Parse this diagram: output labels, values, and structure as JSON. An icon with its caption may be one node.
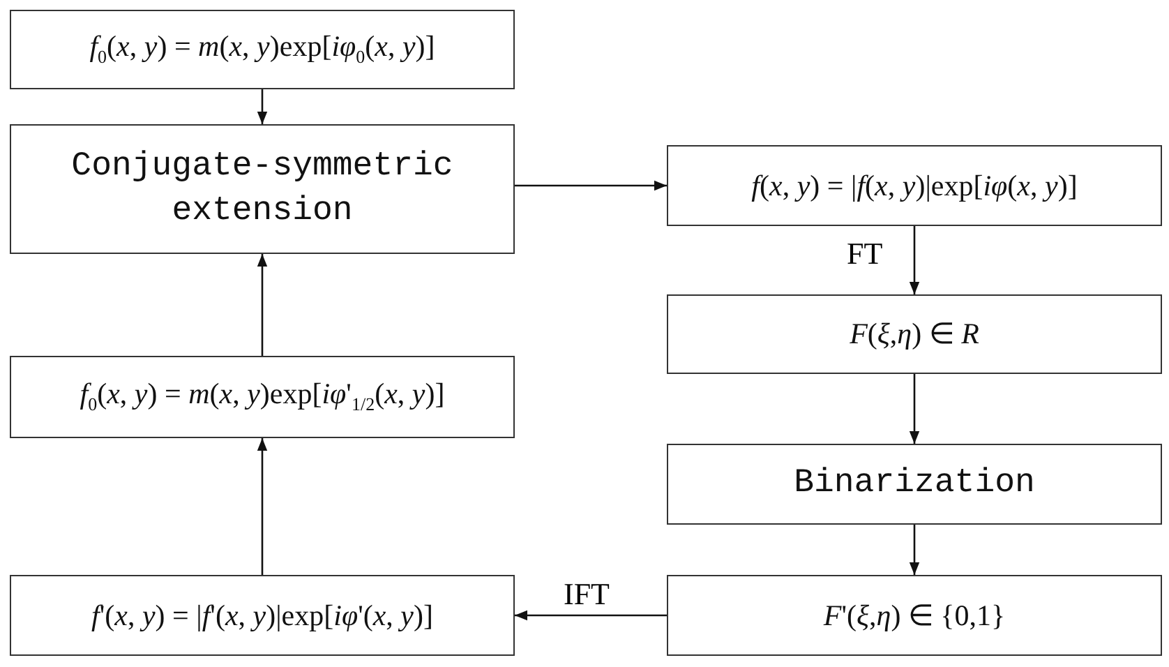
{
  "diagram": {
    "nodes": [
      {
        "text": [
          "*f*$_{0}$(*x*, *y*) = *m*(*x*, *y*)exp[*iφ*$_{0}$(*x*, *y*)]"
        ]
      },
      {
        "text": [
          "Conjugate-symmetric extension"
        ]
      },
      {
        "text": [
          "*f*(*x*, *y*) = |*f*(*x*, *y*)|exp[*iφ*(*x*, *y*)]"
        ]
      },
      {
        "text": [
          "*F*(*ξ*,*η*) ∈ *R*"
        ]
      },
      {
        "text": [
          "Binarization"
        ]
      },
      {
        "text": [
          "*F*'(*ξ*,*η*) ∈ {0,1}"
        ]
      },
      {
        "text": [
          "*f*'(*x*, *y*) = |*f*'(*x*, *y*)|exp[*iφ*'(*x*, *y*)]"
        ]
      },
      {
        "text": [
          "*f*$_{0}$(*x*, *y*) = *m*(*x*, *y*)exp[*iφ*'$_{1/2}$(*x*, *y*)]"
        ]
      }
    ],
    "edges": [
      {
        "from": 0,
        "to": 1,
        "arrow": "to"
      },
      {
        "from": 1,
        "to": 2,
        "arrow": "to"
      },
      {
        "from": 2,
        "to": 3,
        "arrow": "to",
        "label": "FT"
      },
      {
        "from": 3,
        "to": 4,
        "arrow": "to"
      },
      {
        "from": 4,
        "to": 5,
        "arrow": "to"
      },
      {
        "from": 5,
        "to": 6,
        "arrow": "to",
        "label": "IFT"
      },
      {
        "from": 6,
        "to": 7,
        "arrow": "to"
      },
      {
        "from": 7,
        "to": 1,
        "arrow": "to"
      }
    ]
  }
}
